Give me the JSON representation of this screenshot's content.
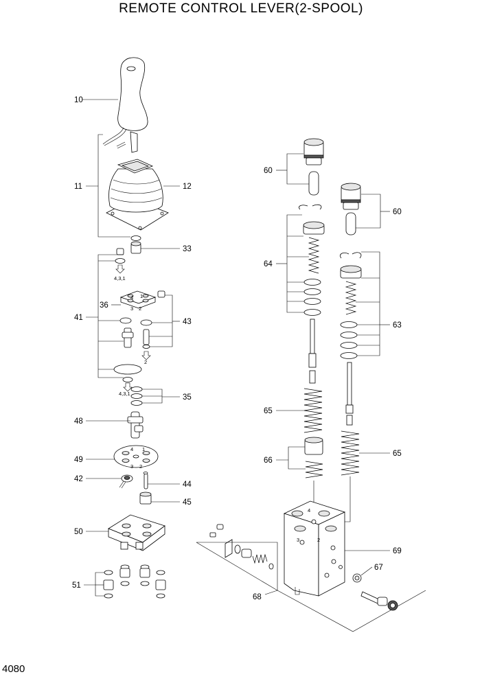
{
  "title": "REMOTE CONTROL LEVER(2-SPOOL)",
  "page_number": "4080",
  "callouts": {
    "c10": "10",
    "c11": "11",
    "c12": "12",
    "c33": "33",
    "c36": "36",
    "c41": "41",
    "c43": "43",
    "c35": "35",
    "c48": "48",
    "c49": "49",
    "c42": "42",
    "c44": "44",
    "c45": "45",
    "c50": "50",
    "c51": "51",
    "c60a": "60",
    "c60b": "60",
    "c64": "64",
    "c63": "63",
    "c65a": "65",
    "c65b": "65",
    "c66": "66",
    "c67": "67",
    "c68": "68",
    "c69": "69"
  },
  "port_marks": {
    "p1": "1",
    "p2": "2",
    "p3": "3",
    "p4": "4",
    "q1": "1",
    "q2": "2",
    "q3": "3",
    "q4": "4",
    "b2": "2",
    "b3": "3",
    "b4": "4"
  },
  "notes": {
    "n431a": "4,3,1",
    "n2": "2",
    "n431b": "4,3,1"
  }
}
